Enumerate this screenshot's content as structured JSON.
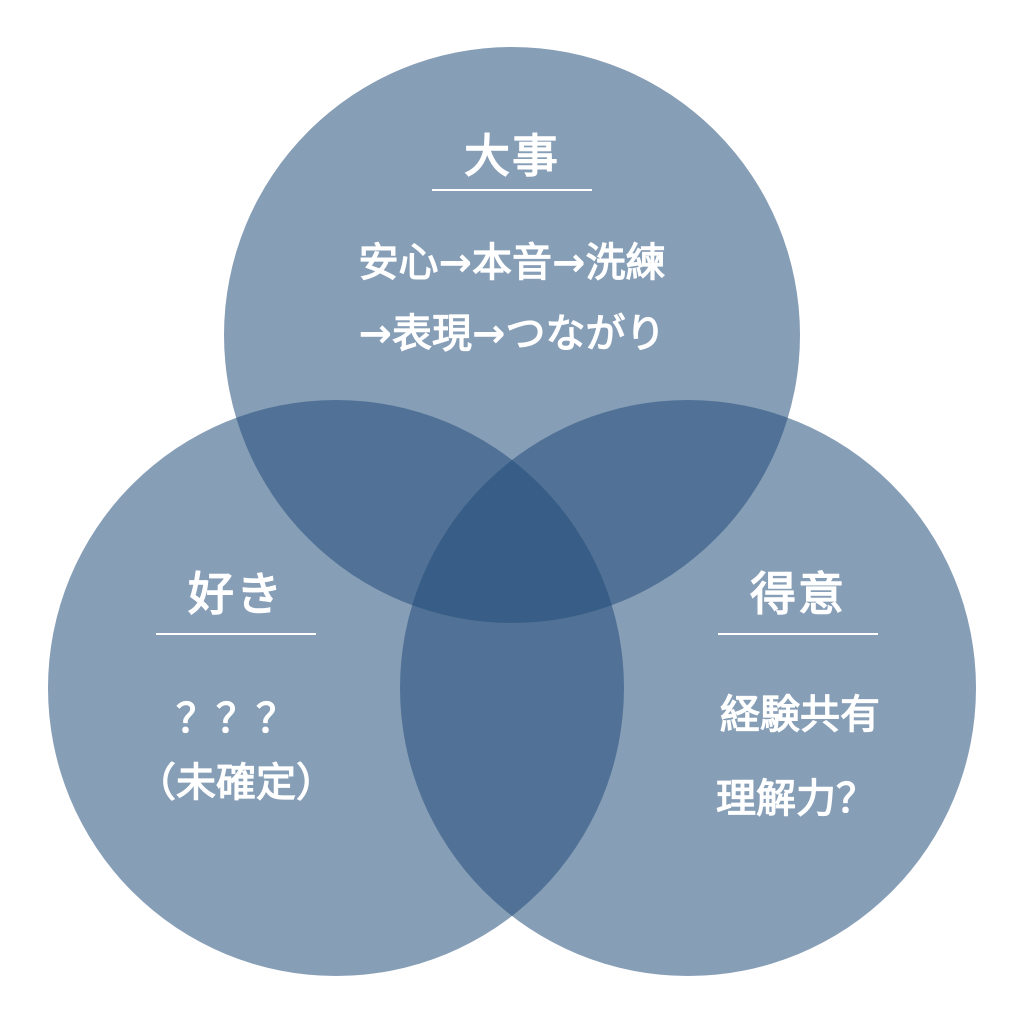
{
  "diagram": {
    "type": "venn-3",
    "fill_color": "#254f7c",
    "text_color": "#ffffff",
    "sets": [
      {
        "id": "top",
        "title": "大事",
        "lines": [
          "安心→本音→洗練",
          "→表現→つながり"
        ]
      },
      {
        "id": "left",
        "title": "好き",
        "lines": [
          "？？？",
          "（未確定）"
        ]
      },
      {
        "id": "right",
        "title": "得意",
        "lines": [
          "経験共有",
          "理解力？"
        ]
      }
    ]
  }
}
